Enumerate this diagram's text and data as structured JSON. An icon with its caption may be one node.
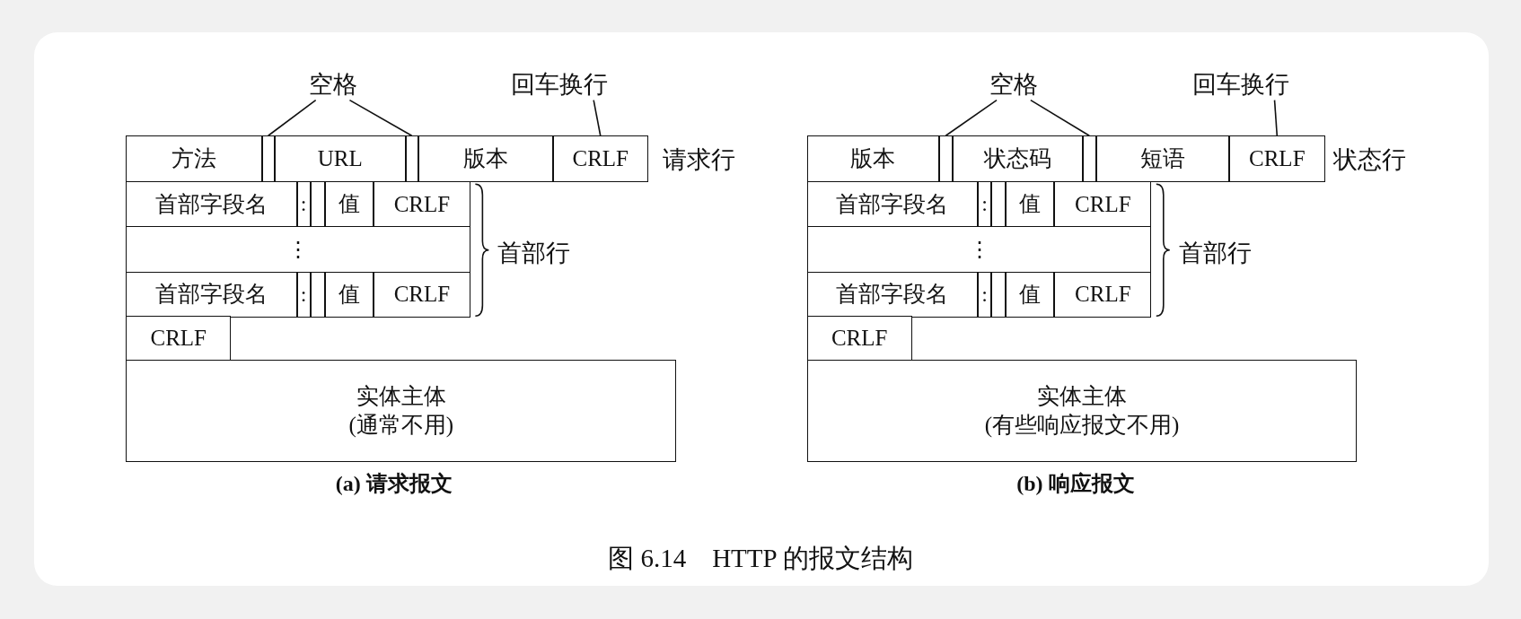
{
  "diagram": {
    "caption": "图 6.14　HTTP 的报文结构",
    "nodes": [
      {
        "text": [
          "空格"
        ]
      },
      {
        "text": [
          "回车换行"
        ]
      },
      {
        "text": [
          "方法"
        ]
      },
      {
        "text": [],
        "shape": "bar"
      },
      {
        "text": [
          "URL"
        ]
      },
      {
        "text": [],
        "shape": "bar"
      },
      {
        "text": [
          "版本"
        ]
      },
      {
        "text": [
          "CRLF"
        ]
      },
      {
        "text": [
          "首部字段名"
        ]
      },
      {
        "text": [
          ":"
        ]
      },
      {
        "text": [],
        "shape": "bar"
      },
      {
        "text": [
          "值"
        ]
      },
      {
        "text": [
          "CRLF"
        ]
      },
      {
        "text": [
          "⋮"
        ]
      },
      {
        "text": [
          "首部字段名"
        ]
      },
      {
        "text": [
          ":"
        ]
      },
      {
        "text": [],
        "shape": "bar"
      },
      {
        "text": [
          "值"
        ]
      },
      {
        "text": [
          "CRLF"
        ]
      },
      {
        "text": [
          "CRLF"
        ]
      },
      {
        "text": [
          "实体主体",
          "(通常不用)"
        ]
      },
      {
        "text": [
          "空格"
        ]
      },
      {
        "text": [
          "回车换行"
        ]
      },
      {
        "text": [
          "版本"
        ]
      },
      {
        "text": [],
        "shape": "bar"
      },
      {
        "text": [
          "状态码"
        ]
      },
      {
        "text": [],
        "shape": "bar"
      },
      {
        "text": [
          "短语"
        ]
      },
      {
        "text": [
          "CRLF"
        ]
      },
      {
        "text": [
          "首部字段名"
        ]
      },
      {
        "text": [
          ":"
        ]
      },
      {
        "text": [],
        "shape": "bar"
      },
      {
        "text": [
          "值"
        ]
      },
      {
        "text": [
          "CRLF"
        ]
      },
      {
        "text": [
          "⋮"
        ]
      },
      {
        "text": [
          "首部字段名"
        ]
      },
      {
        "text": [
          ":"
        ]
      },
      {
        "text": [],
        "shape": "bar"
      },
      {
        "text": [
          "值"
        ]
      },
      {
        "text": [
          "CRLF"
        ]
      },
      {
        "text": [
          "CRLF"
        ]
      },
      {
        "text": [
          "实体主体",
          "(有些响应报文不用)"
        ]
      }
    ],
    "edges": [
      {
        "from": 0,
        "to": 3,
        "arrow": "none"
      },
      {
        "from": 0,
        "to": 5,
        "arrow": "none"
      },
      {
        "from": 1,
        "to": 7,
        "arrow": "none"
      },
      {
        "from": 21,
        "to": 24,
        "arrow": "none"
      },
      {
        "from": 21,
        "to": 26,
        "arrow": "none"
      },
      {
        "from": 22,
        "to": 28,
        "arrow": "none"
      }
    ],
    "labels": [
      "请求行",
      "首部行",
      "(a) 请求报文",
      "状态行",
      "首部行",
      "(b) 响应报文"
    ]
  }
}
